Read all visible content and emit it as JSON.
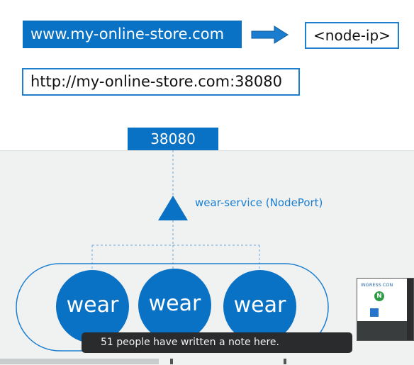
{
  "diagram": {
    "domain_label": "www.my-online-store.com",
    "node_ip_label": "<node-ip>",
    "url_label": "http://my-online-store.com:38080",
    "node_port": "38080",
    "service_label": "wear-service (NodePort)",
    "pods": [
      "wear",
      "wear",
      "wear"
    ]
  },
  "player": {
    "note_text": "51 people have written a note here.",
    "thumbnail_title": "INGRESS CON",
    "thumbnail_badge": "N"
  },
  "colors": {
    "primary_blue": "#0a72c4",
    "link_blue": "#1a7dd0",
    "panel_gray": "#f0f2f2",
    "tooltip_dark": "#2a2b2d"
  }
}
